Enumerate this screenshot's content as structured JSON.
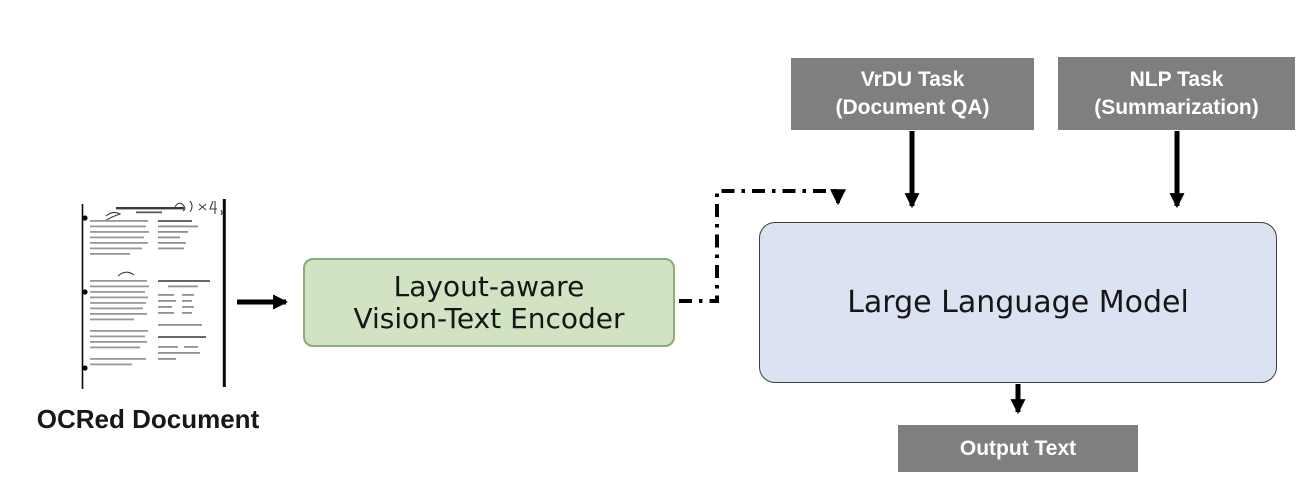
{
  "diagram": {
    "ocred_document_label": "OCRed Document",
    "encoder": {
      "line1": "Layout-aware",
      "line2": "Vision-Text Encoder"
    },
    "llm_label": "Large Language Model",
    "vrdu_task": {
      "line1": "VrDU Task",
      "line2": "(Document QA)"
    },
    "nlp_task": {
      "line1": "NLP Task",
      "line2": "(Summarization)"
    },
    "output_label": "Output Text",
    "colors": {
      "encoder_fill": "#d1e3c3",
      "encoder_border": "#8cab79",
      "llm_fill": "#dbe2f1",
      "llm_border": "#3f3f3f",
      "task_fill": "#7f7f7f",
      "task_text": "#ffffff",
      "arrow": "#000000"
    }
  }
}
